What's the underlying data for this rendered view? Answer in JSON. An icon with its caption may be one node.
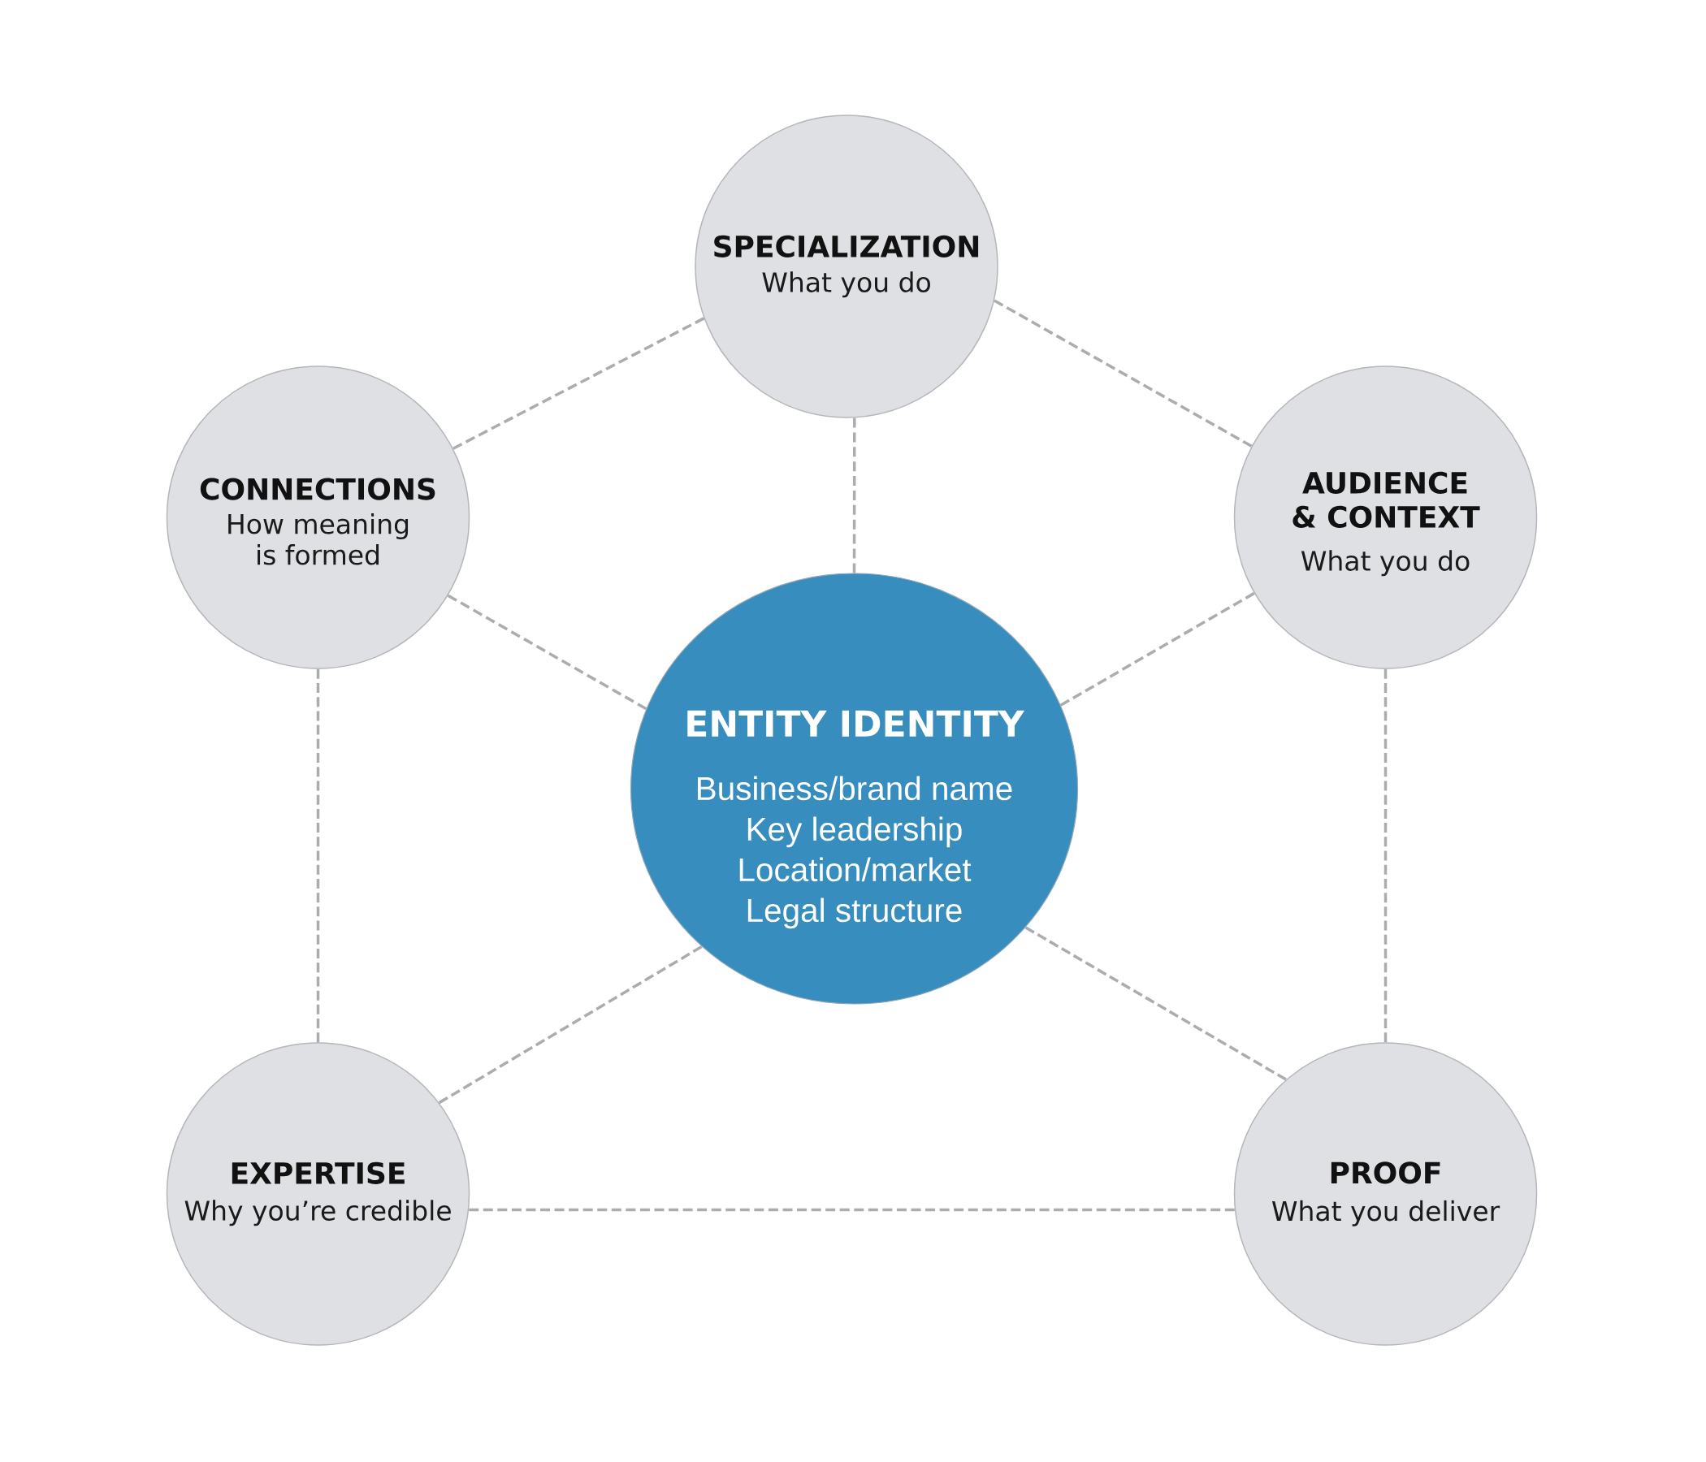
{
  "diagram": {
    "nodes": [
      {
        "text": [
          "SPECIALIZATION",
          "What you do"
        ]
      },
      {
        "text": [
          "CONNECTIONS",
          "How meaning is formed"
        ]
      },
      {
        "text": [
          "AUDIENCE & CONTEXT",
          "What you do"
        ]
      },
      {
        "text": [
          "ENTITY IDENTITY",
          "Business/brand name",
          "Key leadership",
          "Location/market",
          "Legal structure"
        ]
      },
      {
        "text": [
          "EXPERTISE",
          "Why you’re credible"
        ]
      },
      {
        "text": [
          "PROOF",
          "What you deliver"
        ]
      }
    ],
    "edges": [
      {
        "from": 0,
        "to": 1,
        "arrow": "none",
        "style": "dashed"
      },
      {
        "from": 0,
        "to": 2,
        "arrow": "none",
        "style": "dashed"
      },
      {
        "from": 0,
        "to": 3,
        "arrow": "none",
        "style": "dashed"
      },
      {
        "from": 1,
        "to": 3,
        "arrow": "none",
        "style": "dashed"
      },
      {
        "from": 2,
        "to": 3,
        "arrow": "none",
        "style": "dashed"
      },
      {
        "from": 1,
        "to": 4,
        "arrow": "none",
        "style": "dashed"
      },
      {
        "from": 2,
        "to": 5,
        "arrow": "none",
        "style": "dashed"
      },
      {
        "from": 3,
        "to": 4,
        "arrow": "none",
        "style": "dashed"
      },
      {
        "from": 3,
        "to": 5,
        "arrow": "none",
        "style": "dashed"
      },
      {
        "from": 4,
        "to": 5,
        "arrow": "none",
        "style": "dashed"
      }
    ]
  }
}
